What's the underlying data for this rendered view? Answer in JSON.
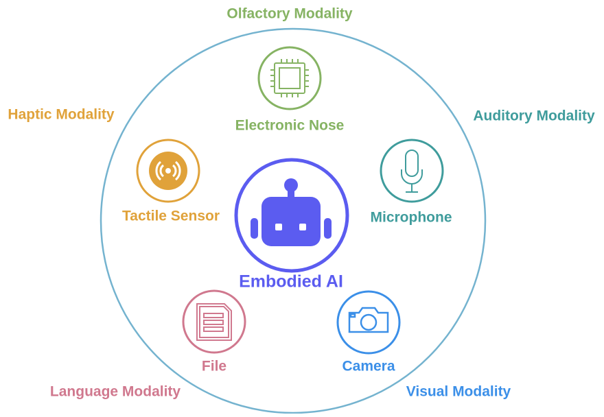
{
  "center": {
    "label": "Embodied AI",
    "icon": "robot-icon",
    "color": "#5b5cf0"
  },
  "outer_ring_color": "#74b3cf",
  "sensors": [
    {
      "id": "electronic-nose",
      "label": "Electronic Nose",
      "icon": "chip-icon",
      "color": "#86b363",
      "modality": "Olfactory Modality"
    },
    {
      "id": "microphone",
      "label": "Microphone",
      "icon": "microphone-icon",
      "color": "#3f9c9c",
      "modality": "Auditory Modality"
    },
    {
      "id": "camera",
      "label": "Camera",
      "icon": "camera-icon",
      "color": "#3b8fe8",
      "modality": "Visual Modality"
    },
    {
      "id": "file",
      "label": "File",
      "icon": "file-icon",
      "color": "#d0788e",
      "modality": "Language Modality"
    },
    {
      "id": "tactile-sensor",
      "label": "Tactile Sensor",
      "icon": "tactile-icon",
      "color": "#e0a23a",
      "modality": "Haptic Modality"
    }
  ]
}
